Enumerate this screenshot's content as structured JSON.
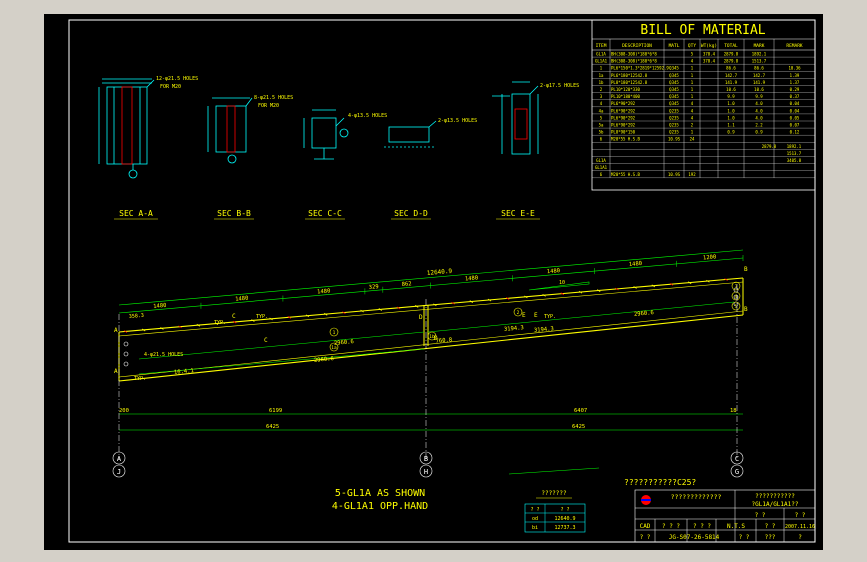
{
  "bom": {
    "title": "BILL OF MATERIAL",
    "headers": [
      "ITEM",
      "DESCRIPTION",
      "MATL",
      "QTY",
      "WT(kg)",
      "TOTAL",
      "MARK",
      "REMARK"
    ],
    "rows": [
      [
        "GL1A",
        "BH(308-308)*180*6*8",
        "",
        "5",
        "378.4",
        "2879.8",
        "1892.1",
        ""
      ],
      [
        "GL1A1",
        "BH(308-308)*180*6*8",
        "",
        "4",
        "378.4",
        "2879.8",
        "1513.7",
        ""
      ],
      [
        "1",
        "PL6*150*1.3*2819*12592.9",
        "Q345",
        "1",
        "",
        "86.6",
        "86.6",
        "10.36"
      ],
      [
        "1a",
        "PL6*180*12542.8",
        "Q345",
        "1",
        "",
        "142.7",
        "142.7",
        "1.39"
      ],
      [
        "1b",
        "PL8*180*12542.8",
        "Q345",
        "1",
        "",
        "141.9",
        "141.9",
        "1.37"
      ],
      [
        "2",
        "PL10*120*330",
        "Q345",
        "1",
        "",
        "10.6",
        "10.6",
        "0.29"
      ],
      [
        "3",
        "PL10*180*400",
        "Q345",
        "1",
        "",
        "9.9",
        "9.9",
        "0.37"
      ],
      [
        "4",
        "PL6*90*292",
        "Q345",
        "4",
        "",
        "1.0",
        "4.0",
        "0.04"
      ],
      [
        "4a",
        "PL6*90*292",
        "Q235",
        "4",
        "",
        "1.0",
        "4.0",
        "0.04"
      ],
      [
        "5",
        "PL6*90*292",
        "Q235",
        "4",
        "",
        "1.0",
        "4.0",
        "0.05"
      ],
      [
        "5a",
        "PL6*90*292",
        "Q235",
        "2",
        "",
        "1.1",
        "2.2",
        "0.07"
      ],
      [
        "5b",
        "PL8*90*150",
        "Q235",
        "1",
        "",
        "0.9",
        "0.9",
        "0.12"
      ],
      [
        "6",
        "M20*55 H.S.B",
        "10.9S",
        "24",
        "",
        "",
        "",
        ""
      ],
      [
        "",
        "",
        "",
        "",
        "",
        "",
        "",
        ""
      ],
      [
        "",
        "",
        "",
        "",
        "",
        "",
        "",
        ""
      ],
      [
        "GL1A",
        "",
        "",
        "",
        "",
        "",
        "",
        ""
      ],
      [
        "GL1A1",
        "",
        "",
        "",
        "",
        "",
        "",
        ""
      ],
      [
        "6",
        "M20*55 H.S.B",
        "10.9S",
        "192",
        "",
        "",
        "",
        ""
      ]
    ],
    "summary": [
      {
        "label": "GL1A",
        "total": "2879.8",
        "mark": "1892.1"
      },
      {
        "label": "GL1A1",
        "total": "",
        "mark": "1513.7"
      },
      {
        "label": "GL1A/GL1A1",
        "total": "",
        "mark": "3405.8"
      }
    ]
  },
  "sections": [
    "SEC A-A",
    "SEC B-B",
    "SEC C-C",
    "SEC D-D",
    "SEC E-E"
  ],
  "section_notes": {
    "aa": "12-φ21.5 HOLES",
    "aa_for": "FOR M20",
    "bb": "8-φ21.5 HOLES",
    "bb_for": "FOR M20",
    "cc": "4-φ13.5 HOLES",
    "dd": "2-φ13.5 HOLES",
    "ee": "2-φ17.5 HOLES"
  },
  "elevation": {
    "top_total": "12640.9",
    "top_segments": [
      "1480",
      "1480",
      "1480",
      "329",
      "862",
      "1480",
      "1480",
      "1480",
      "1200"
    ],
    "left_dim": "358.3",
    "slope_label": "10",
    "typ": "TYP.",
    "holes_note": "4-φ21.5 HOLES",
    "bottom_dims": [
      "2960.6",
      "2960.6",
      "3194.3",
      "760.8",
      "2960.6",
      "16.4.1",
      "3194.3"
    ],
    "section_letters": [
      "A",
      "A",
      "B",
      "B",
      "C",
      "C",
      "D",
      "D",
      "E",
      "E"
    ],
    "base_left": "200",
    "base_right": "18",
    "span_left": "6199",
    "span_right": "6407",
    "grid_total_left": "6425",
    "grid_total_right": "6425",
    "parts": [
      "1",
      "1a",
      "1b",
      "2",
      "3",
      "4",
      "5"
    ]
  },
  "grid_axes": [
    {
      "top": "A",
      "bottom": "J"
    },
    {
      "top": "B",
      "bottom": "H"
    },
    {
      "top": "C",
      "bottom": "G"
    }
  ],
  "marks": [
    "5-GL1A AS SHOWN",
    "4-GL1A1 OPP.HAND"
  ],
  "legend_table": {
    "title": "???????",
    "headers": [
      "? ?",
      "? ?"
    ],
    "rows": [
      [
        "od",
        "12640.9"
      ],
      [
        "bi",
        "12737.3"
      ]
    ]
  },
  "title_block": {
    "project": "???????????C25?",
    "company": "?????????????",
    "drawing_title": "???????????",
    "drawing_name": "?GL1A/GL1A1??",
    "scale": "N.T.S",
    "date": "2007.11.16",
    "drawing_no": "JG-S07-26-5814",
    "cells": [
      "CAD",
      "? ? ?",
      "? ? ?",
      "? ?",
      "? ?",
      "? ?",
      "? ?",
      "? ?",
      "???",
      "?"
    ]
  },
  "colors": {
    "background": "#000000",
    "frame": "#ffffff",
    "linework": "#00ffff",
    "text": "#ffff00",
    "steel": "#ffff00",
    "highlight": "#ff0000",
    "grid": "#ffffff",
    "dimension": "#00ff00"
  }
}
